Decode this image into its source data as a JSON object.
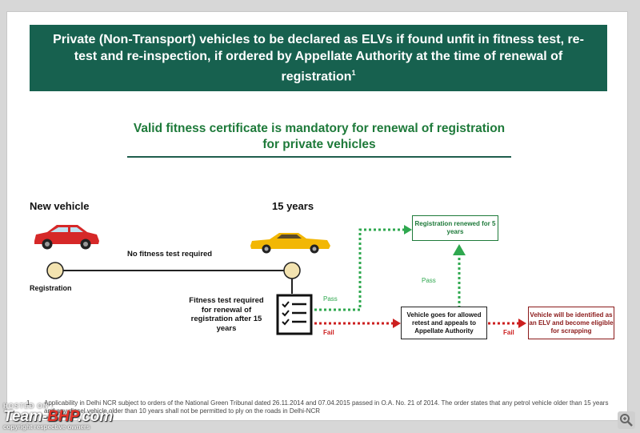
{
  "banner": {
    "title": "Private (Non-Transport) vehicles to be declared as ELVs if found unfit in fitness test, re-test and re-inspection, if ordered by Appellate Authority at the time of renewal of registration",
    "superscript": "1"
  },
  "subheading": "Valid fitness certificate is mandatory for renewal of registration for private vehicles",
  "timeline": {
    "new_vehicle": "New vehicle",
    "fifteen_years": "15 years",
    "no_test": "No fitness test required",
    "registration": "Registration",
    "fitness_required": "Fitness test required for renewal of registration after 15 years"
  },
  "flow": {
    "pass_top": "Pass",
    "pass_mid": "Pass",
    "fail_1": "Fail",
    "fail_2": "Fail",
    "renewed": "Registration renewed for 5 years",
    "retest": "Vehicle goes for allowed retest and appeals to Appellate Authority",
    "scrap": "Vehicle will be identified as an ELV and become eligible for scrapping"
  },
  "footnote": {
    "number": "1.",
    "text": "Applicability in Delhi NCR subject to orders of the National Green Tribunal dated 26.11.2014 and 07.04.2015 passed in O.A. No. 21 of 2014. The order states that any petrol vehicle older than 15 years and any diesel vehicle older than 10 years shall not be permitted to ply on the roads in Delhi-NCR"
  },
  "watermark": {
    "hosted": "HOSTED ON :",
    "brand_a": "Team-",
    "brand_b": "BHP",
    "brand_c": ".com",
    "copyright": "copyright respective owners"
  },
  "colors": {
    "banner": "#17614f",
    "green": "#1e7a3a",
    "pass_arrow": "#2fa84f",
    "fail_arrow": "#cc1f1f",
    "scrap": "#8b1a1a",
    "node": "#f3e3b0"
  },
  "icons": [
    "red-car-icon",
    "yellow-car-icon",
    "checklist-icon",
    "zoom-icon"
  ]
}
